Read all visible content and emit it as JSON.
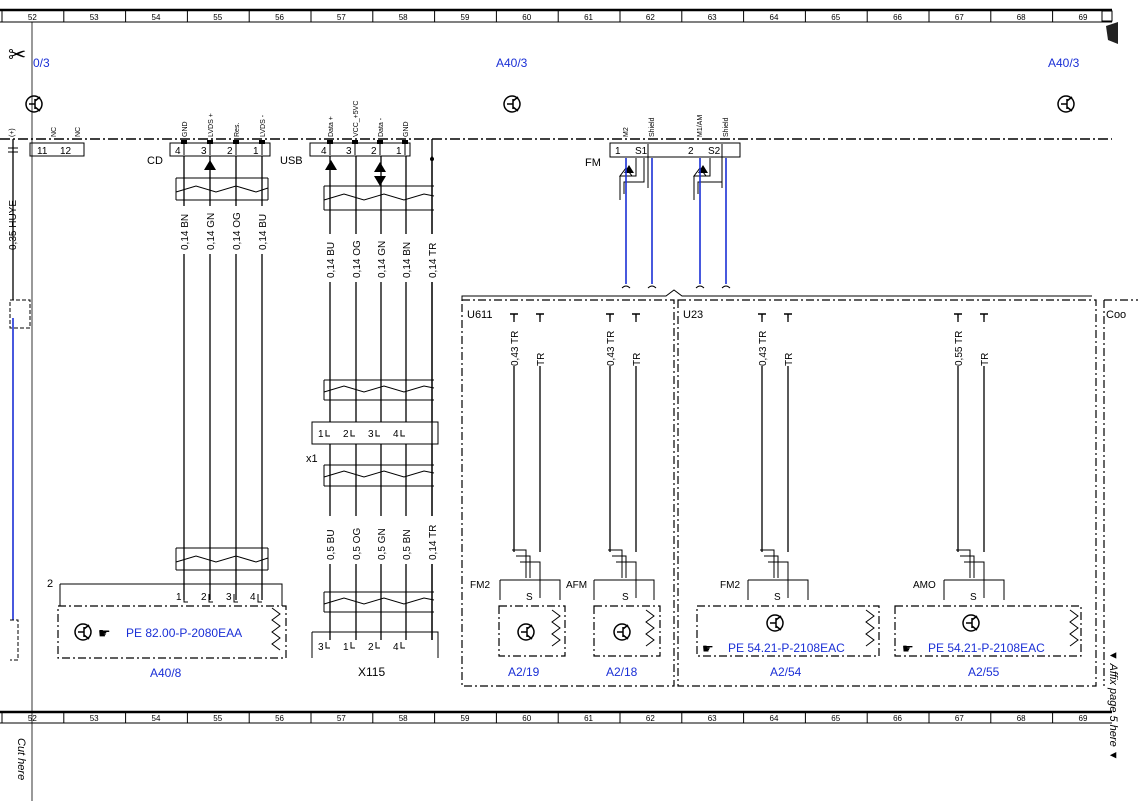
{
  "ruler": [
    "52",
    "53",
    "54",
    "55",
    "56",
    "57",
    "58",
    "59",
    "60",
    "61",
    "62",
    "63",
    "64",
    "65",
    "66",
    "67",
    "68",
    "69"
  ],
  "refs": {
    "left": "0/3",
    "mid": "A40/3",
    "right": "A40/3"
  },
  "cut_here": "Cut here",
  "affix": "▼ Affix page 5 here ▼",
  "left_col": {
    "pins": [
      "(+)",
      "NC",
      "NC"
    ],
    "pin_nums": [
      "11",
      "12"
    ],
    "wire": "0,35 HUYE"
  },
  "cd": {
    "name": "CD",
    "pins": [
      "GND",
      "LVDS +",
      "Res.",
      "LVDS -"
    ],
    "pin_nums": [
      "4",
      "3",
      "2",
      "1"
    ],
    "wires": [
      "0,14 BN",
      "0,14 GN",
      "0,14 OG",
      "0,14 BU"
    ],
    "box_num": "2",
    "box_pins": [
      "1",
      "2",
      "3",
      "4"
    ],
    "pe": "PE 82.00-P-2080EAA",
    "id": "A40/8"
  },
  "usb": {
    "name": "USB",
    "pins": [
      "Data +",
      "VCC_+5VC",
      "Data -",
      "GND"
    ],
    "pin_nums": [
      "4",
      "3",
      "2",
      "1"
    ],
    "wires_top": [
      "0,14 BU",
      "0,14 OG",
      "0,14 GN",
      "0,14 BN",
      "0,14 TR"
    ],
    "x1": "x1",
    "x1_pins": [
      "1",
      "2",
      "3",
      "4"
    ],
    "wires_bot": [
      "0,5 BU",
      "0,5 OG",
      "0,5 GN",
      "0,5 BN",
      "0,14 TR"
    ],
    "x115_pins": [
      "3",
      "1",
      "2",
      "4"
    ],
    "x115": "X115"
  },
  "fm": {
    "name": "FM",
    "pins": [
      "M2",
      "Shield",
      "M1/AM",
      "Shield"
    ],
    "pin_nums": [
      "1",
      "S1",
      "2",
      "S2"
    ]
  },
  "u611": {
    "name": "U611",
    "wires": [
      "0,43 TR",
      "TR",
      "0,43 TR",
      "TR"
    ],
    "fm2": "FM2",
    "afm": "AFM",
    "s": "S",
    "ids": [
      "A2/19",
      "A2/18"
    ]
  },
  "u23": {
    "name": "U23",
    "wires": [
      "0,43 TR",
      "TR",
      "0,55 TR",
      "TR"
    ],
    "fm2": "FM2",
    "amo": "AMO",
    "s": "S",
    "pe": [
      "PE 54.21-P-2108EAC",
      "PE 54.21-P-2108EAC"
    ],
    "ids": [
      "A2/54",
      "A2/55"
    ]
  },
  "coo": "Coo"
}
